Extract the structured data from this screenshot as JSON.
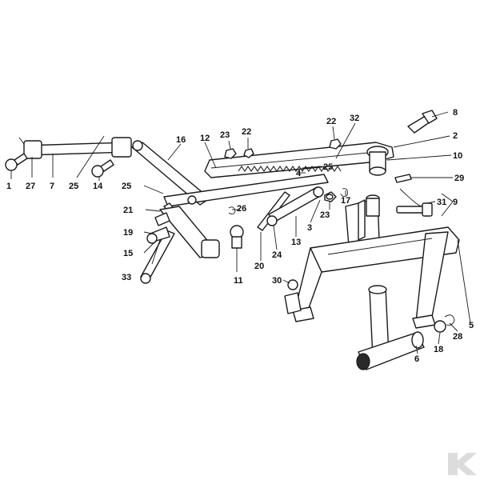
{
  "diagram": {
    "callouts": [
      {
        "id": "c1",
        "label": "1"
      },
      {
        "id": "c27",
        "label": "27"
      },
      {
        "id": "c7",
        "label": "7"
      },
      {
        "id": "c25a",
        "label": "25"
      },
      {
        "id": "c14",
        "label": "14"
      },
      {
        "id": "c16",
        "label": "16"
      },
      {
        "id": "c12",
        "label": "12"
      },
      {
        "id": "c23a",
        "label": "23"
      },
      {
        "id": "c22a",
        "label": "22"
      },
      {
        "id": "c22b",
        "label": "22"
      },
      {
        "id": "c32",
        "label": "32"
      },
      {
        "id": "c8",
        "label": "8"
      },
      {
        "id": "c2",
        "label": "2"
      },
      {
        "id": "c10",
        "label": "10"
      },
      {
        "id": "c29",
        "label": "29"
      },
      {
        "id": "c25b",
        "label": "25"
      },
      {
        "id": "c4",
        "label": "4"
      },
      {
        "id": "c25c",
        "label": "25"
      },
      {
        "id": "c17",
        "label": "17"
      },
      {
        "id": "c31",
        "label": "31"
      },
      {
        "id": "c9",
        "label": "9"
      },
      {
        "id": "c21",
        "label": "21"
      },
      {
        "id": "c26",
        "label": "26"
      },
      {
        "id": "c23b",
        "label": "23"
      },
      {
        "id": "c3",
        "label": "3"
      },
      {
        "id": "c19",
        "label": "19"
      },
      {
        "id": "c13",
        "label": "13"
      },
      {
        "id": "c15",
        "label": "15"
      },
      {
        "id": "c24",
        "label": "24"
      },
      {
        "id": "c20",
        "label": "20"
      },
      {
        "id": "c11",
        "label": "11"
      },
      {
        "id": "c33",
        "label": "33"
      },
      {
        "id": "c30",
        "label": "30"
      },
      {
        "id": "c5",
        "label": "5"
      },
      {
        "id": "c18",
        "label": "18"
      },
      {
        "id": "c28",
        "label": "28"
      },
      {
        "id": "c6",
        "label": "6"
      }
    ]
  },
  "colors": {
    "line": "#1a1a1a",
    "background": "#ffffff",
    "logo": "#dcdcdc"
  },
  "icons": {
    "logo": "k-brand-logo-icon"
  }
}
